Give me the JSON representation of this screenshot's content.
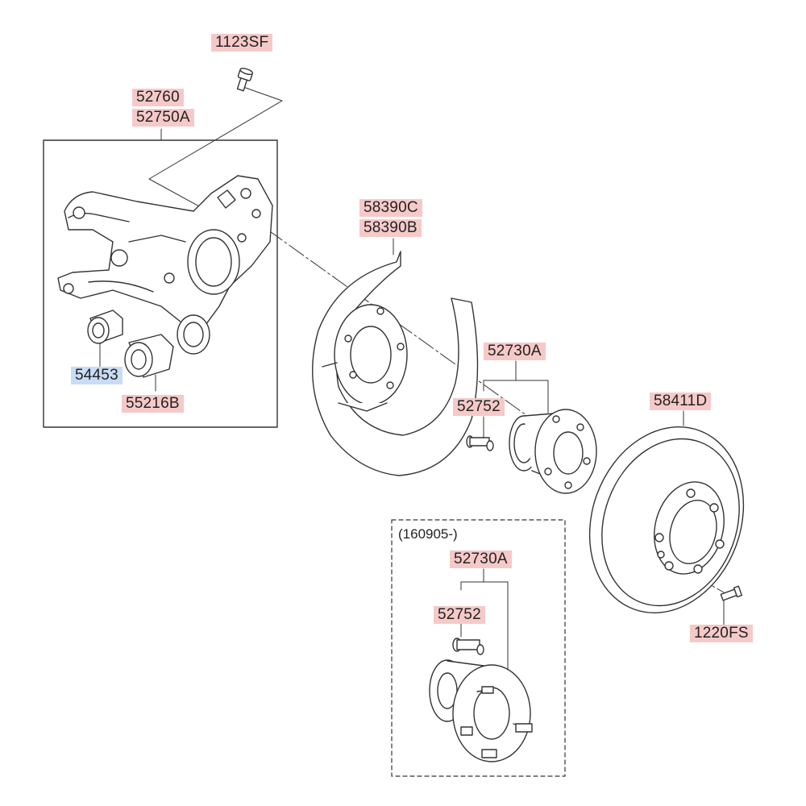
{
  "colors": {
    "label_red_bg": "#f6c9c9",
    "label_blue_bg": "#c8dcf5",
    "line": "#333333"
  },
  "labels": {
    "bolt_1123sf": "1123SF",
    "knuckle_52760": "52760",
    "knuckle_52750a": "52750A",
    "bushing_54453": "54453",
    "bushing_55216b": "55216B",
    "dust_cover_58390c": "58390C",
    "dust_cover_58390b": "58390B",
    "hub_52730a": "52730A",
    "bolt_52752": "52752",
    "disc_58411d": "58411D",
    "screw_1220fs": "1220FS",
    "alt_hub_52730a": "52730A",
    "alt_bolt_52752": "52752"
  },
  "notes": {
    "alt_range": "(160905-)"
  }
}
